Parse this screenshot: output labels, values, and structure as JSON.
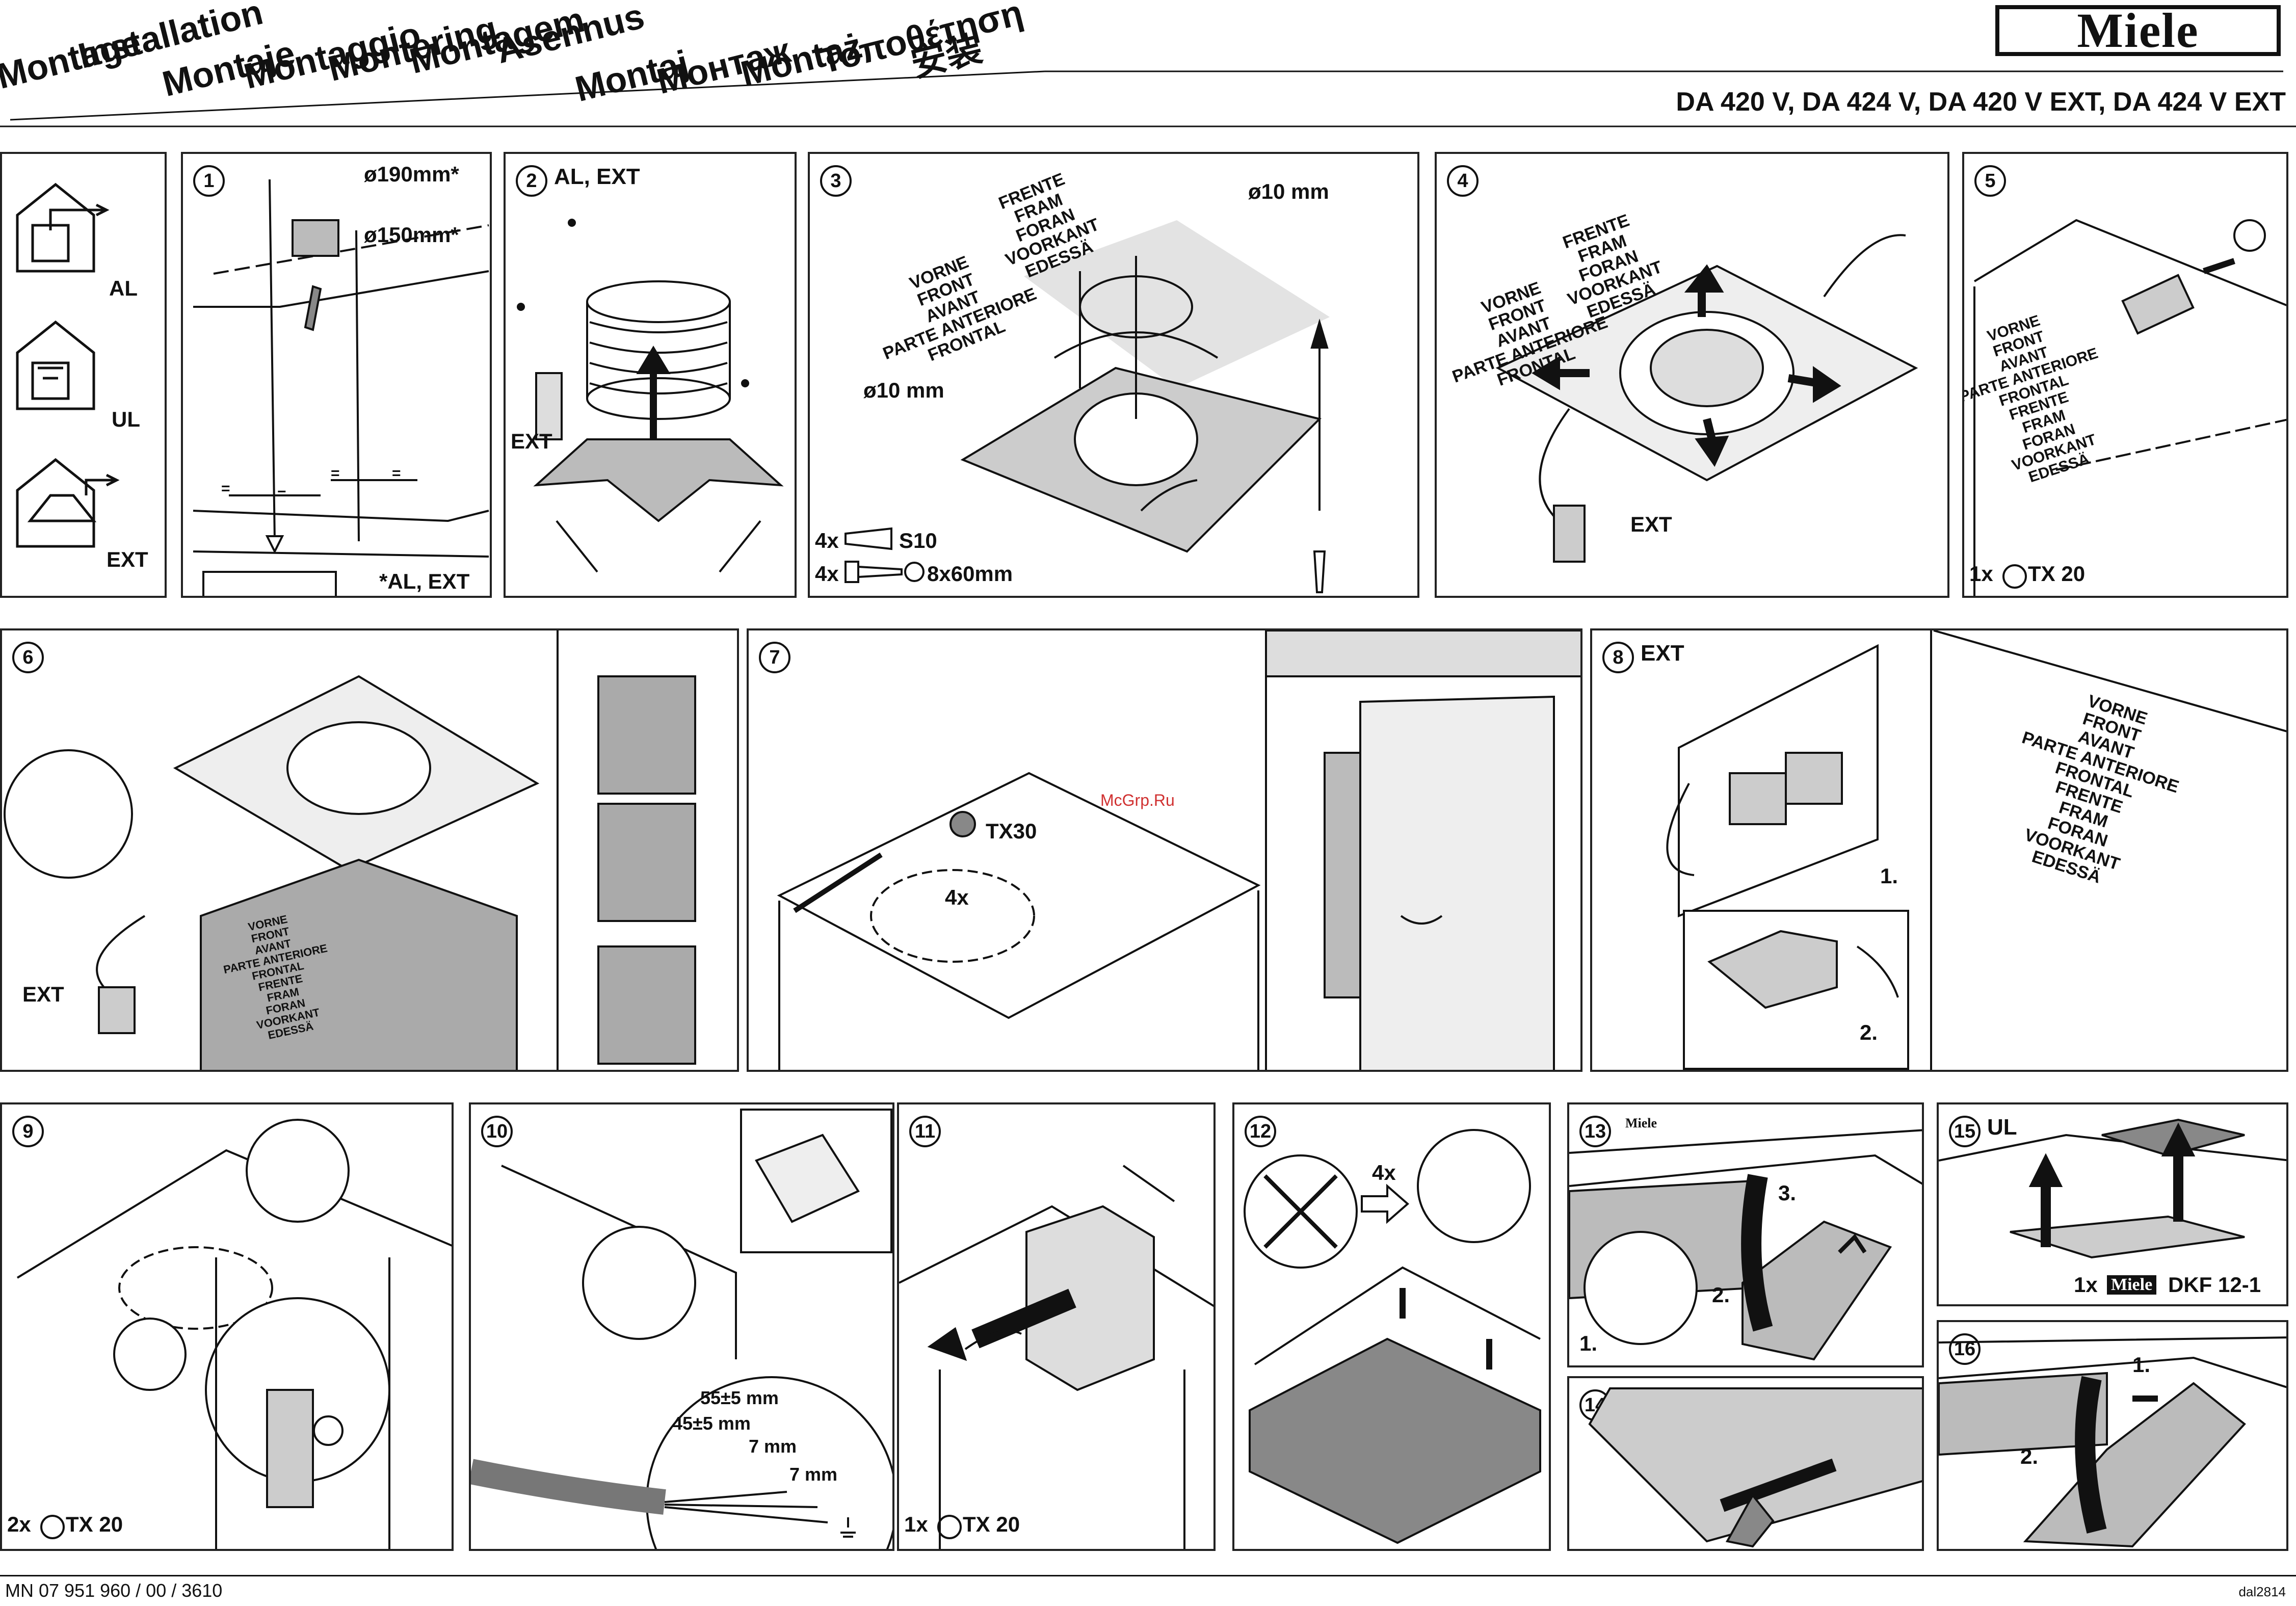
{
  "header": {
    "languages": [
      "Montage",
      "Installation",
      "Montaje",
      "Montaggio",
      "Montering",
      "Montagem",
      "Asennus",
      "Montaj",
      "Монтаж",
      "Montaż",
      "Τοποθέτηση",
      "安装"
    ],
    "brand": "Miele",
    "models": "DA 420 V, DA 424 V, DA 420 V EXT, DA 424 V EXT"
  },
  "panel0": {
    "labels": [
      "AL",
      "UL",
      "EXT"
    ]
  },
  "panel1": {
    "num": "1",
    "d190": "ø190mm*",
    "d150": "ø150mm*",
    "eq": "=",
    "note": "*AL, EXT"
  },
  "panel2": {
    "num": "2",
    "title": "AL, EXT",
    "ext": "EXT"
  },
  "panel3": {
    "num": "3",
    "front_dirs": [
      "VORNE",
      "FRONT",
      "AVANT",
      "PARTE ANTERIORE",
      "FRONTAL"
    ],
    "front_dirs2": [
      "FRENTE",
      "FRAM",
      "FORAN",
      "VOORKANT",
      "EDESSÄ"
    ],
    "d10a": "ø10 mm",
    "d10b": "ø10 mm",
    "qty1": "4x",
    "s10": "S10",
    "qty2": "4x",
    "screw": "8x60mm"
  },
  "panel4": {
    "num": "4",
    "ext": "EXT"
  },
  "panel5": {
    "num": "5",
    "qty": "1x",
    "tool": "TX 20"
  },
  "panel6": {
    "num": "6",
    "ext": "EXT"
  },
  "panel7": {
    "num": "7",
    "tool": "TX30",
    "qty": "4x",
    "watermark": "McGrp.Ru"
  },
  "panel8": {
    "num": "8",
    "title": "EXT",
    "step1": "1.",
    "step2": "2."
  },
  "panel9": {
    "num": "9",
    "qty": "2x",
    "tool": "TX 20"
  },
  "panel10": {
    "num": "10",
    "m55": "55±5 mm",
    "m45": "45±5 mm",
    "m7a": "7 mm",
    "m7b": "7 mm"
  },
  "panel11": {
    "num": "11",
    "qty": "1x",
    "tool": "TX 20"
  },
  "panel12": {
    "num": "12",
    "qty": "4x"
  },
  "panel13": {
    "num": "13",
    "brand": "Miele",
    "s1": "1.",
    "s2": "2.",
    "s3": "3."
  },
  "panel14": {
    "num": "14"
  },
  "panel15": {
    "num": "15",
    "title": "UL",
    "qty": "1x",
    "brand": "Miele",
    "part": "DKF 12-1"
  },
  "panel16": {
    "num": "16",
    "s1": "1.",
    "s2": "2."
  },
  "footer": {
    "doc": "MN 07 951 960 / 00 / 3610",
    "code": "dal2814"
  }
}
